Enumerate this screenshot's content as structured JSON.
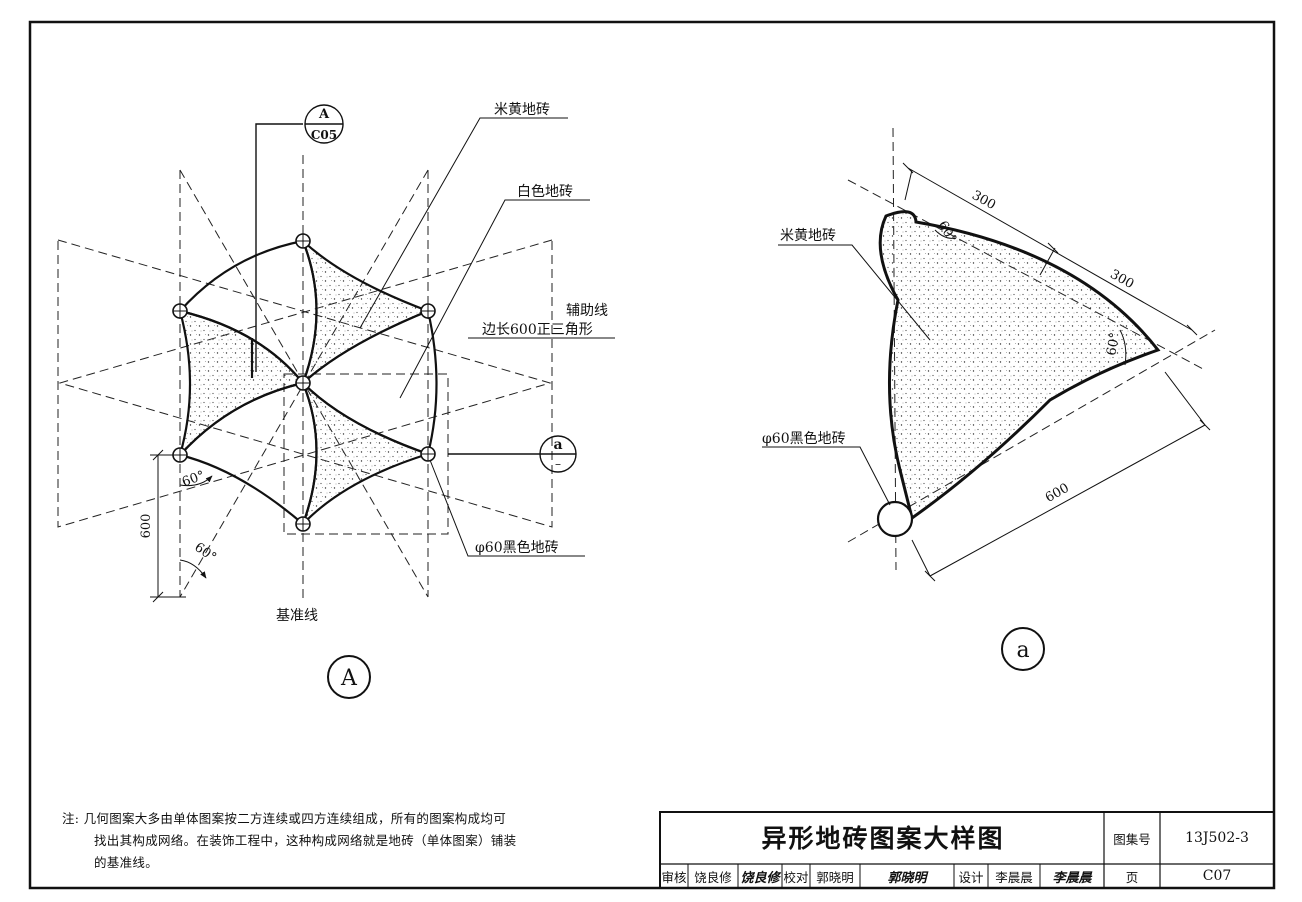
{
  "drawing": {
    "detail_A": {
      "marker": "A",
      "section_ref": {
        "letter": "A",
        "sheet": "C05"
      },
      "detail_ref": {
        "letter": "a",
        "sheet": "–"
      },
      "labels": {
        "beige_tile": "米黄地砖",
        "white_tile": "白色地砖",
        "aux_line": "辅助线",
        "triangle": "边长600正三角形",
        "black_tile": "φ60黑色地砖",
        "baseline": "基准线",
        "angle_1": "60°",
        "angle_2": "60°",
        "dim_height": "600"
      }
    },
    "detail_a": {
      "marker": "a",
      "labels": {
        "beige_tile": "米黄地砖",
        "black_tile": "φ60黑色地砖",
        "dim_1": "300",
        "dim_2": "300",
        "dim_3": "600",
        "angle_1": "60°",
        "angle_2": "60°"
      }
    }
  },
  "note": {
    "prefix": "注:",
    "line1": "几何图案大多由单体图案按二方连续或四方连续组成，所有的图案构成均可",
    "line2": "找出其构成网络。在装饰工程中，这种构成网络就是地砖（单体图案）铺装",
    "line3": "的基准线。"
  },
  "title_block": {
    "title": "异形地砖图案大样图",
    "atlas_label": "图集号",
    "atlas_no": "13J502-3",
    "page_label": "页",
    "page_no": "C07",
    "review_label": "审核",
    "reviewer": "饶良修",
    "reviewer_sig": "饶良修",
    "check_label": "校对",
    "checker": "郭晓明",
    "checker_sig": "郭晓明",
    "design_label": "设计",
    "designer": "李晨晨",
    "designer_sig": "李晨晨"
  }
}
